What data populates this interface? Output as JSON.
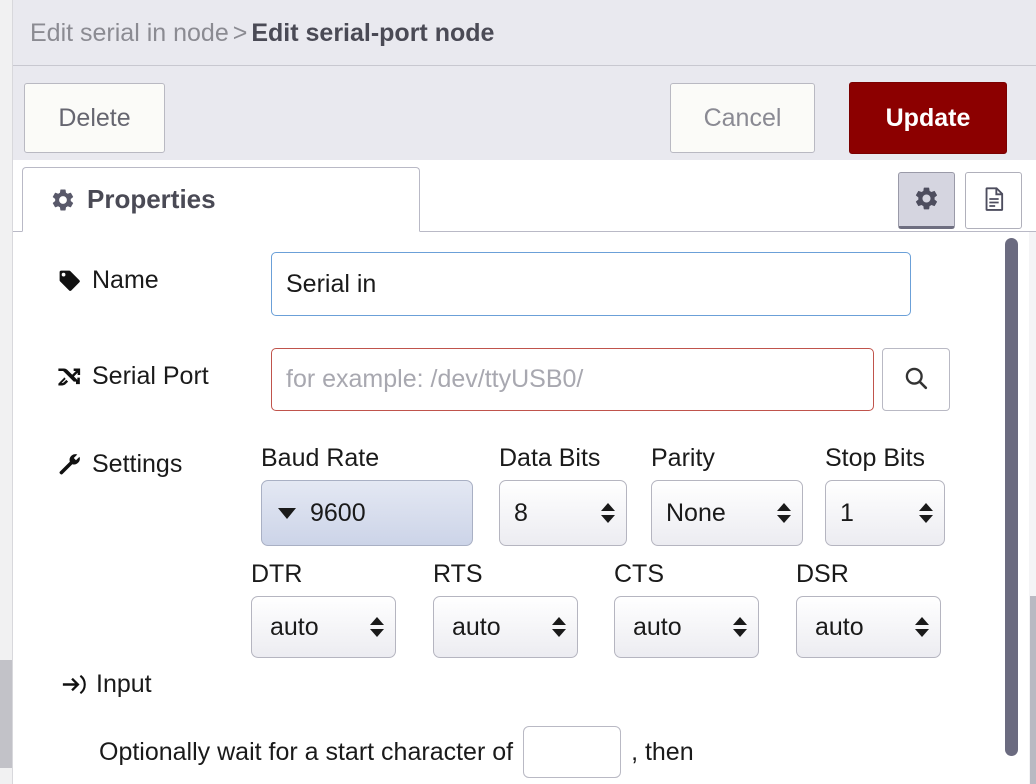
{
  "titlebar": {
    "breadcrumb_previous": "Edit serial in node",
    "breadcrumb_separator": ">",
    "breadcrumb_current": "Edit serial-port node"
  },
  "actions": {
    "delete_label": "Delete",
    "cancel_label": "Cancel",
    "update_label": "Update",
    "update_color": "#8c0000"
  },
  "tabs": {
    "properties_label": "Properties",
    "properties_icon": "gear-icon",
    "settings_button_icon": "gear-icon",
    "description_button_icon": "document-icon"
  },
  "form": {
    "name": {
      "label": "Name",
      "icon": "tag-icon",
      "value": "Serial in",
      "placeholder": ""
    },
    "serial_port": {
      "label": "Serial Port",
      "icon": "shuffle-icon",
      "value": "",
      "placeholder": "for example: /dev/ttyUSB0/",
      "search_icon": "search-icon"
    },
    "settings": {
      "label": "Settings",
      "icon": "wrench-icon",
      "fields": [
        {
          "caption": "Baud Rate",
          "value": "9600"
        },
        {
          "caption": "Data Bits",
          "value": "8"
        },
        {
          "caption": "Parity",
          "value": "None"
        },
        {
          "caption": "Stop Bits",
          "value": "1"
        }
      ],
      "flow_fields": [
        {
          "caption": "DTR",
          "value": "auto"
        },
        {
          "caption": "RTS",
          "value": "auto"
        },
        {
          "caption": "CTS",
          "value": "auto"
        },
        {
          "caption": "DSR",
          "value": "auto"
        }
      ]
    },
    "input_section": {
      "label": "Input",
      "icon": "sign-in-icon",
      "text_before": "Optionally wait for a start character of",
      "start_character_value": "",
      "text_after": ", then"
    }
  }
}
